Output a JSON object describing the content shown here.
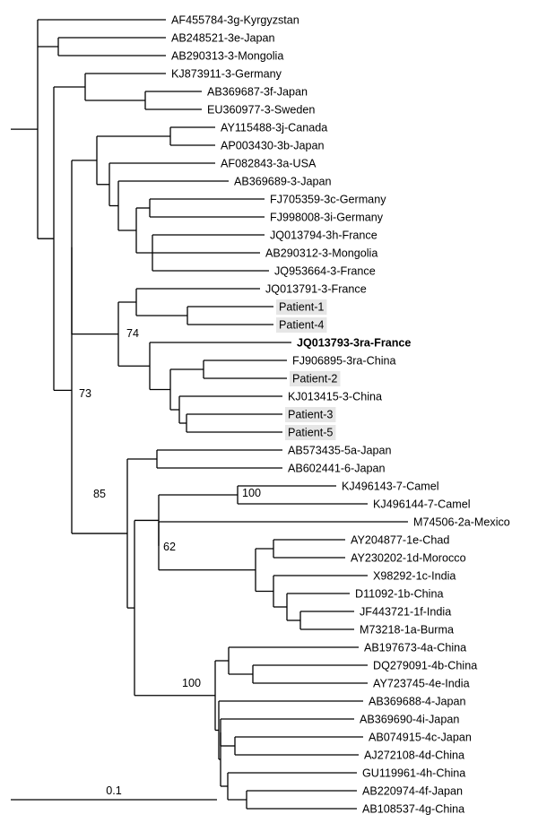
{
  "tree": {
    "leaves": [
      {
        "id": "L1",
        "label": "AF455784-3g-Kyrgyzstan"
      },
      {
        "id": "L2",
        "label": "AB248521-3e-Japan"
      },
      {
        "id": "L3",
        "label": "AB290313-3-Mongolia"
      },
      {
        "id": "L4",
        "label": "KJ873911-3-Germany"
      },
      {
        "id": "L5",
        "label": "AB369687-3f-Japan"
      },
      {
        "id": "L6",
        "label": "EU360977-3-Sweden"
      },
      {
        "id": "L7",
        "label": "AY115488-3j-Canada"
      },
      {
        "id": "L8",
        "label": "AP003430-3b-Japan"
      },
      {
        "id": "L9",
        "label": "AF082843-3a-USA"
      },
      {
        "id": "L10",
        "label": "AB369689-3-Japan"
      },
      {
        "id": "L11",
        "label": "FJ705359-3c-Germany"
      },
      {
        "id": "L12",
        "label": "FJ998008-3i-Germany"
      },
      {
        "id": "L13",
        "label": "JQ013794-3h-France"
      },
      {
        "id": "L14",
        "label": "AB290312-3-Mongolia"
      },
      {
        "id": "L15",
        "label": "JQ953664-3-France"
      },
      {
        "id": "L16",
        "label": "JQ013791-3-France"
      },
      {
        "id": "L17",
        "label": "Patient-1",
        "highlight": true
      },
      {
        "id": "L18",
        "label": "Patient-4",
        "highlight": true
      },
      {
        "id": "L19",
        "label": "JQ013793-3ra-France",
        "bold": true
      },
      {
        "id": "L20",
        "label": "FJ906895-3ra-China"
      },
      {
        "id": "L21",
        "label": "Patient-2",
        "highlight": true
      },
      {
        "id": "L22",
        "label": "KJ013415-3-China"
      },
      {
        "id": "L23",
        "label": "Patient-3",
        "highlight": true
      },
      {
        "id": "L24",
        "label": "Patient-5",
        "highlight": true
      },
      {
        "id": "L25",
        "label": "AB573435-5a-Japan"
      },
      {
        "id": "L26",
        "label": "AB602441-6-Japan"
      },
      {
        "id": "L27",
        "label": "KJ496143-7-Camel"
      },
      {
        "id": "L28",
        "label": "KJ496144-7-Camel"
      },
      {
        "id": "L29",
        "label": "M74506-2a-Mexico"
      },
      {
        "id": "L30",
        "label": "AY204877-1e-Chad"
      },
      {
        "id": "L31",
        "label": "AY230202-1d-Morocco"
      },
      {
        "id": "L32",
        "label": "X98292-1c-India"
      },
      {
        "id": "L33",
        "label": "D11092-1b-China"
      },
      {
        "id": "L34",
        "label": "JF443721-1f-India"
      },
      {
        "id": "L35",
        "label": "M73218-1a-Burma"
      },
      {
        "id": "L36",
        "label": "AB197673-4a-China"
      },
      {
        "id": "L37",
        "label": "DQ279091-4b-China"
      },
      {
        "id": "L38",
        "label": "AY723745-4e-India"
      },
      {
        "id": "L39",
        "label": "AB369688-4-Japan"
      },
      {
        "id": "L40",
        "label": "AB369690-4i-Japan"
      },
      {
        "id": "L41",
        "label": "AB074915-4c-Japan"
      },
      {
        "id": "L42",
        "label": "AJ272108-4d-China"
      },
      {
        "id": "L43",
        "label": "GU119961-4h-China"
      },
      {
        "id": "L44",
        "label": "AB220974-4f-Japan"
      },
      {
        "id": "L45",
        "label": "AB108537-4g-China"
      }
    ],
    "bootstrap": [
      {
        "node": "N_pat",
        "value": "74"
      },
      {
        "node": "N_3",
        "value": "73"
      },
      {
        "node": "N_other",
        "value": "85"
      },
      {
        "node": "N_camel",
        "value": "100"
      },
      {
        "node": "N_gt12",
        "value": "62"
      },
      {
        "node": "N_gt4",
        "value": "100"
      }
    ],
    "scale_bar": {
      "label": "0.1"
    }
  }
}
